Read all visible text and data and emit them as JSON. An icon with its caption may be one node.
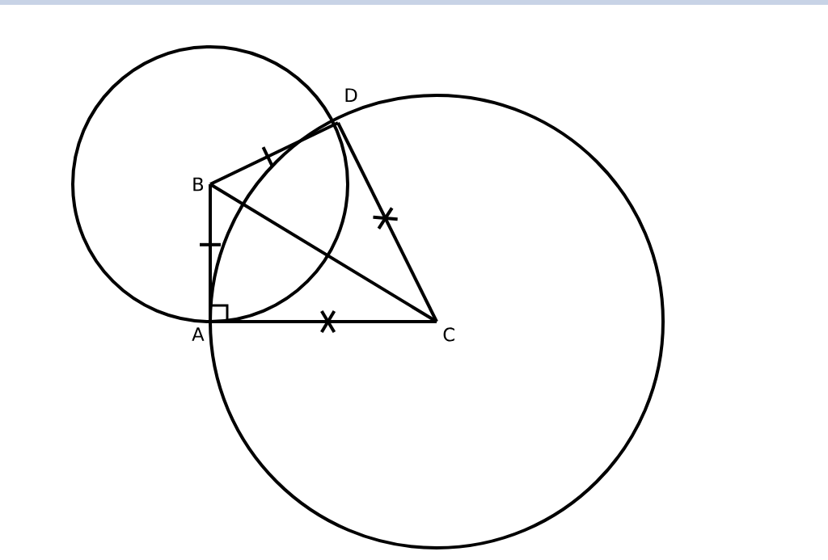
{
  "diagram": {
    "nodes": [
      {
        "text": [
          "D"
        ]
      },
      {
        "text": [
          "B"
        ]
      },
      {
        "text": [
          "A"
        ]
      },
      {
        "text": [
          "C"
        ]
      }
    ],
    "edges": [
      {
        "from": 1,
        "to": 0,
        "arrow": "none"
      },
      {
        "from": 0,
        "to": 3,
        "arrow": "none"
      },
      {
        "from": 1,
        "to": 2,
        "arrow": "none"
      },
      {
        "from": 2,
        "to": 3,
        "arrow": "none"
      },
      {
        "from": 1,
        "to": 3,
        "arrow": "none"
      }
    ]
  }
}
